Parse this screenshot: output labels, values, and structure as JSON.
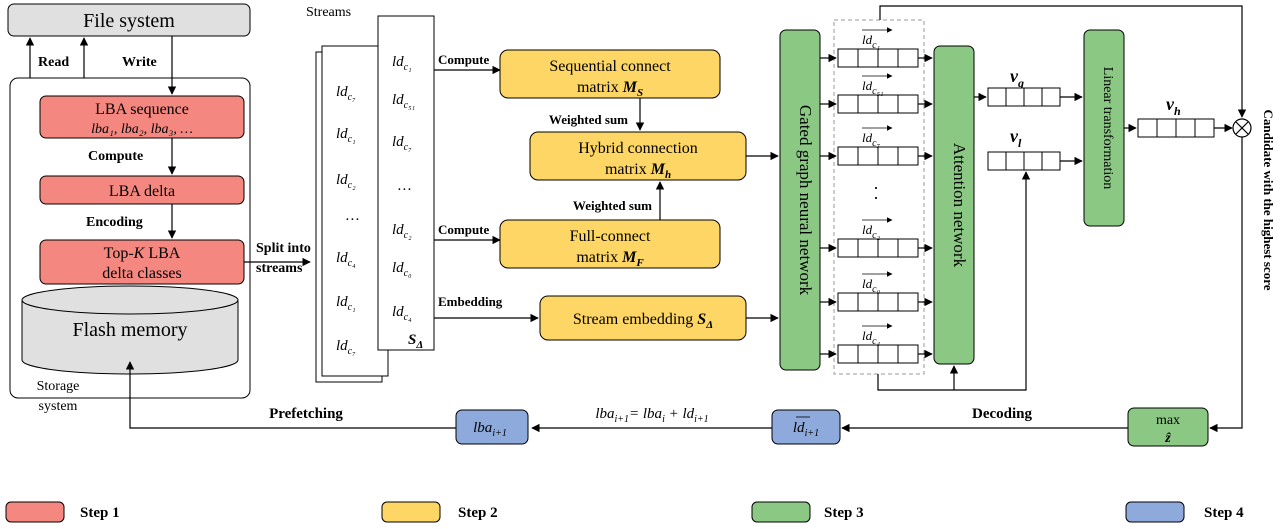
{
  "colors": {
    "step1": "#f4877f",
    "step2": "#fdd665",
    "step3": "#8bc883",
    "step4": "#8ea9db",
    "storage_bg": "#e0e0e0",
    "line": "#000000",
    "dash": "#999999"
  },
  "storage": {
    "file_system": "File system",
    "read": "Read",
    "write": "Write",
    "lba_sequence_title": "LBA sequence",
    "lba_sequence_items": "lba₁, lba₂, lba₃, …",
    "compute": "Compute",
    "lba_delta": "LBA delta",
    "encoding": "Encoding",
    "topk_line1_pre": "Top-",
    "topk_k": "K",
    "topk_line1_post": " LBA",
    "topk_line2": "delta classes",
    "flash_memory": "Flash memory",
    "storage_system_1": "Storage",
    "storage_system_2": "system"
  },
  "streams": {
    "title": "Streams",
    "split_1": "Split into",
    "split_2": "streams",
    "back_items": [
      "ld",
      "ld",
      "ld",
      "…",
      "ld",
      "ld",
      "ld"
    ],
    "back_subs": [
      "c₇",
      "c₁",
      "c₂",
      "",
      "c₄",
      "c₁",
      "c₇"
    ],
    "front_items": [
      "ld",
      "ld",
      "ld",
      "…",
      "ld",
      "ld",
      "ld"
    ],
    "front_subs": [
      "c₁",
      "c₅₁",
      "c₇",
      "",
      "c₂",
      "c₀",
      "c₄"
    ],
    "s_delta": "S",
    "s_delta_sub": "Δ"
  },
  "step2": {
    "compute_top": "Compute",
    "compute_bottom": "Compute",
    "embedding": "Embedding",
    "weighted_sum_top": "Weighted sum",
    "weighted_sum_bottom": "Weighted sum",
    "seq_line1": "Sequential connect",
    "seq_line2": "matrix",
    "seq_sym": "M",
    "seq_sub": "S",
    "hybrid_line1": "Hybrid connection",
    "hybrid_line2": "matrix",
    "hybrid_sym": "M",
    "hybrid_sub": "h",
    "full_line1": "Full-connect",
    "full_line2": "matrix",
    "full_sym": "M",
    "full_sub": "F",
    "embed_text": "Stream embedding",
    "embed_sym": "S",
    "embed_sub": "Δ"
  },
  "step3": {
    "ggnn": "Gated graph neural network",
    "attention": "Attention network",
    "linear": "Linear transformation",
    "node_labels": [
      "ld",
      "ld",
      "ld",
      "ld",
      "ld",
      "ld"
    ],
    "node_subs": [
      "c₁",
      "c₅₁",
      "c₇",
      "c₂",
      "c₀",
      "c₄"
    ],
    "dots": "·\n·\n·",
    "vg": "v",
    "vg_sub": "g",
    "vl": "v",
    "vl_sub": "l",
    "vh": "v",
    "vh_sub": "h",
    "candidate": "Candidate with the highest score",
    "max": "max",
    "z_hat": "ẑ"
  },
  "step4": {
    "prefetching": "Prefetching",
    "decoding": "Decoding",
    "lba_hat": "lba",
    "lba_hat_sub": "i+1",
    "ld_hat": "ld",
    "ld_hat_sub": "i+1",
    "formula": "lba",
    "formula_full": "= lba",
    "formula_plus": " + ld",
    "formula_sub1": "i+1",
    "formula_sub2": "i",
    "formula_sub3": "i+1"
  },
  "legend": {
    "step1": "Step 1",
    "step2": "Step 2",
    "step3": "Step 3",
    "step4": "Step 4"
  }
}
